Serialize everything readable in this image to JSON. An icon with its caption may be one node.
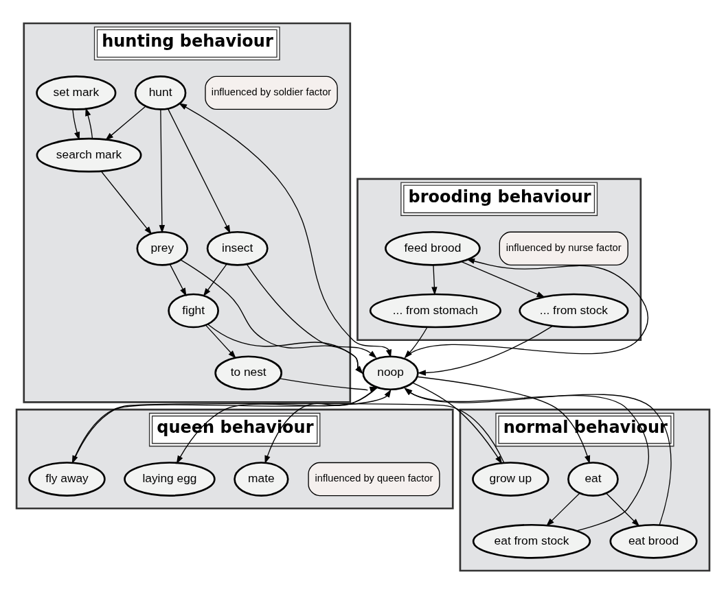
{
  "diagram": {
    "nodes": [
      {
        "text": [
          "hunting behaviour"
        ]
      },
      {
        "text": [
          "influenced by soldier factor"
        ],
        "in": 0
      },
      {
        "text": [
          "set mark"
        ],
        "in": 0
      },
      {
        "text": [
          "search mark"
        ],
        "in": 0
      },
      {
        "text": [
          "hunt"
        ],
        "in": 0
      },
      {
        "text": [
          "prey"
        ],
        "in": 0
      },
      {
        "text": [
          "insect"
        ],
        "in": 0
      },
      {
        "text": [
          "fight"
        ],
        "in": 0
      },
      {
        "text": [
          "to nest"
        ],
        "in": 0
      },
      {
        "text": [
          "brooding behaviour"
        ]
      },
      {
        "text": [
          "influenced by nurse factor"
        ],
        "in": 9
      },
      {
        "text": [
          "... from stomach"
        ],
        "in": 9
      },
      {
        "text": [
          "feed brood"
        ],
        "in": 9
      },
      {
        "text": [
          "... from stock"
        ],
        "in": 9
      },
      {
        "text": [
          "noop"
        ]
      },
      {
        "text": [
          "queen behaviour"
        ]
      },
      {
        "text": [
          "influenced by queen factor"
        ],
        "in": 15
      },
      {
        "text": [
          "mate"
        ],
        "in": 15
      },
      {
        "text": [
          "laying egg"
        ],
        "in": 15
      },
      {
        "text": [
          "fly away"
        ],
        "in": 15
      },
      {
        "text": [
          "normal behaviour"
        ]
      },
      {
        "text": [
          "eat"
        ],
        "in": 20
      },
      {
        "text": [
          "eat from stock"
        ],
        "in": 20
      },
      {
        "text": [
          "grow up"
        ],
        "in": 20
      },
      {
        "text": [
          "eat brood"
        ],
        "in": 20
      }
    ],
    "edges": [
      {
        "from": 2,
        "to": 3,
        "arrow": "to"
      },
      {
        "from": 3,
        "to": 2,
        "arrow": "to"
      },
      {
        "from": 4,
        "to": 3,
        "arrow": "to"
      },
      {
        "from": 3,
        "to": 5,
        "arrow": "to"
      },
      {
        "from": 4,
        "to": 5,
        "arrow": "to"
      },
      {
        "from": 4,
        "to": 6,
        "arrow": "to"
      },
      {
        "from": 5,
        "to": 7,
        "arrow": "to"
      },
      {
        "from": 6,
        "to": 7,
        "arrow": "to"
      },
      {
        "from": 7,
        "to": 8,
        "arrow": "to"
      },
      {
        "from": 14,
        "to": 4,
        "arrow": "both"
      },
      {
        "from": 6,
        "to": 14,
        "arrow": "to"
      },
      {
        "from": 5,
        "to": 14,
        "arrow": "to"
      },
      {
        "from": 7,
        "to": 14,
        "arrow": "to"
      },
      {
        "from": 8,
        "to": 14,
        "arrow": "to"
      },
      {
        "from": 11,
        "to": 14,
        "arrow": "to"
      },
      {
        "from": 14,
        "to": 12,
        "arrow": "to"
      },
      {
        "from": 12,
        "to": 11,
        "arrow": "to"
      },
      {
        "from": 12,
        "to": 13,
        "arrow": "to"
      },
      {
        "from": 13,
        "to": 14,
        "arrow": "to"
      },
      {
        "from": 14,
        "to": 17,
        "arrow": "to"
      },
      {
        "from": 14,
        "to": 18,
        "arrow": "to"
      },
      {
        "from": 19,
        "to": 14,
        "arrow": "to"
      },
      {
        "from": 14,
        "to": 21,
        "arrow": "to"
      },
      {
        "from": 22,
        "to": 14,
        "arrow": "to"
      },
      {
        "from": 24,
        "to": 14,
        "arrow": "to"
      },
      {
        "from": 14,
        "to": 23,
        "arrow": "to"
      },
      {
        "from": 21,
        "to": 22,
        "arrow": "to"
      },
      {
        "from": 21,
        "to": 24,
        "arrow": "to"
      },
      {
        "from": 23,
        "to": 19,
        "arrow": "to"
      }
    ]
  }
}
